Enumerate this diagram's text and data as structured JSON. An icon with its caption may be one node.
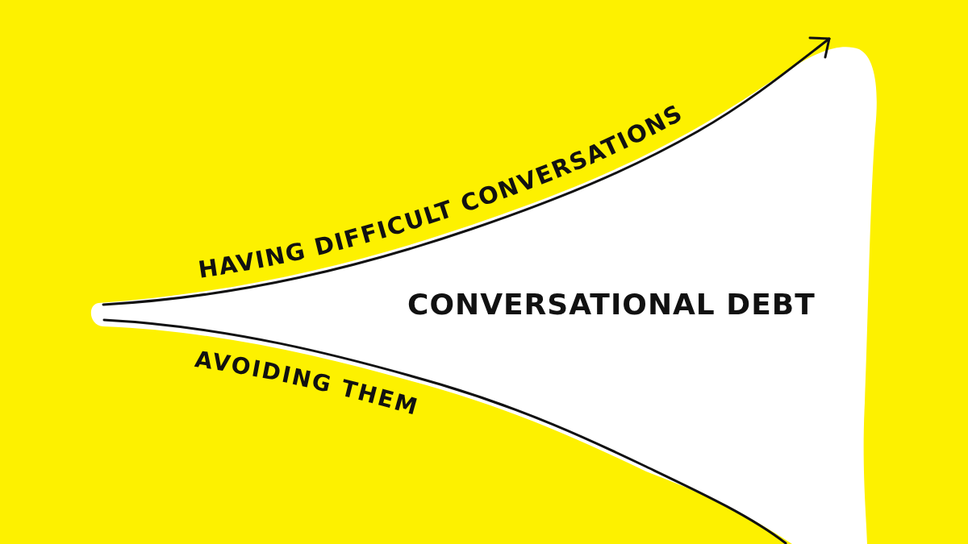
{
  "diagram": {
    "nodes": [
      {
        "text": [
          "CONVERSATIONAL DEBT"
        ]
      }
    ],
    "labels": [
      "HAVING DIFFICULT CONVERSATIONS",
      "AVOIDING THEM"
    ]
  }
}
